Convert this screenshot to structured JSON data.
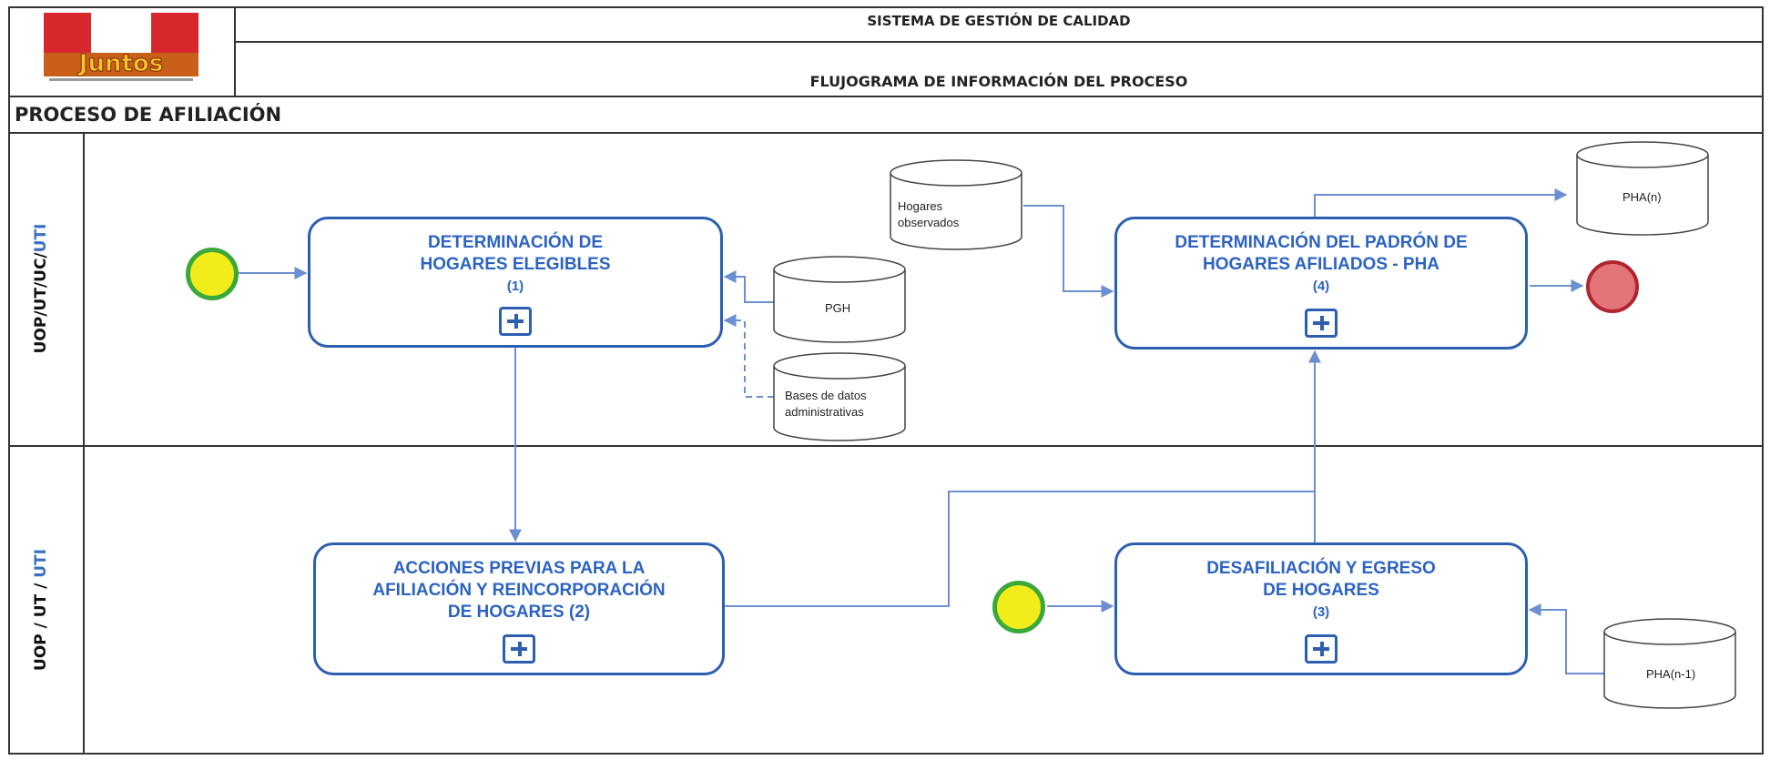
{
  "header": {
    "system_title": "SISTEMA DE GESTIÓN DE CALIDAD",
    "diagram_title": "FLUJOGRAMA DE INFORMACIÓN DEL PROCESO",
    "process_title": "PROCESO DE AFILIACIÓN",
    "logo_text": "Juntos"
  },
  "lanes": [
    {
      "label_black": "UOP/UT/UC/",
      "label_blue": "UTI"
    },
    {
      "label_black": "UOP / UT / ",
      "label_blue": "UTI"
    }
  ],
  "processes": [
    {
      "lines": [
        "DETERMINACIÓN DE",
        "HOGARES ELEGIBLES",
        "(1)"
      ]
    },
    {
      "lines": [
        "ACCIONES PREVIAS PARA LA",
        "AFILIACIÓN Y REINCORPORACIÓN",
        "DE HOGARES (2)"
      ]
    },
    {
      "lines": [
        "DESAFILIACIÓN Y EGRESO",
        "DE HOGARES",
        "(3)"
      ]
    },
    {
      "lines": [
        "DETERMINACIÓN DEL PADRÓN DE",
        "HOGARES AFILIADOS - PHA",
        "(4)"
      ]
    }
  ],
  "databases": {
    "pgh": "PGH",
    "bases": [
      "Bases de datos",
      "administrativas"
    ],
    "hogares_obs": [
      "Hogares",
      "observados"
    ],
    "pha_n": "PHA(n)",
    "pha_n1": "PHA(n-1)"
  },
  "colors": {
    "process_border": "#2c5fb0",
    "process_text": "#2c63c2",
    "connector": "#6b8fd0",
    "start_fill": "#f2ec1a",
    "start_border": "#3aa83a",
    "end_fill": "#e2747a",
    "end_border": "#b02530"
  }
}
